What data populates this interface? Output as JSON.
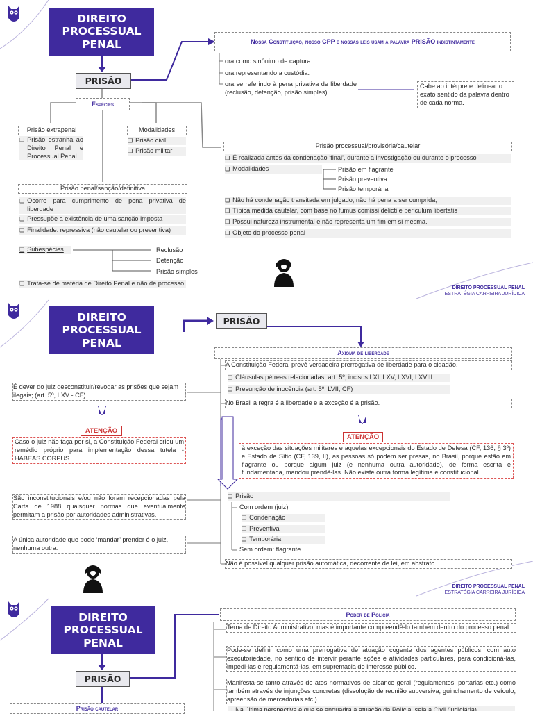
{
  "page1": {
    "title": "DIREITO\nPROCESSUAL\nPENAL",
    "prisao": "PRISÃO",
    "especies": "Espécies",
    "header_note": "Nossa Constituição, nosso CPP e nossas leis usam a palavra PRISÃO indistintamente",
    "uses": [
      "ora como sinônimo de captura.",
      "ora representando a custódia.",
      "ora se referindo à pena privativa de liberdade (reclusão, detenção, prisão simples)."
    ],
    "interprete": "Cabe ao intérprete delinear o exato sentido da palavra dentro de cada norma.",
    "extrapenal_title": "Prisão extrapenal",
    "extrapenal_item": "Prisão estranha ao Direito Penal e Processual Penal",
    "modalidades_title": "Modalidades",
    "modalidades_items": [
      "Prisão civil",
      "Prisão militar"
    ],
    "processual_title": "Prisão processual/provisória/cautelar",
    "processual_items": [
      "É realizada antes da condenação ‘final’, durante a investigação ou durante o processo",
      "Modalidades"
    ],
    "processual_modalidades": [
      "Prisão em flagrante",
      "Prisão preventiva",
      "Prisão temporária"
    ],
    "processual_items2": [
      "Não há condenação transitada em julgado; não há pena a ser cumprida;",
      "Típica medida cautelar, com base no fumus comissi delicti e periculum libertatis",
      "Possui natureza instrumental e não representa um fim em si mesma.",
      "Objeto do processo penal"
    ],
    "penal_title": "Prisão penal/sanção/definitiva",
    "penal_items": [
      "Ocorre para cumprimento de pena privativa de liberdade",
      "Pressupõe a existência de uma sanção imposta",
      "Finalidade: repressiva (não cautelar ou preventiva)",
      "Subespécies"
    ],
    "subespecies": [
      "Reclusão",
      "Detenção",
      "Prisão simples"
    ],
    "penal_last": "Trata-se de matéria de Direito Penal e não de processo",
    "watermark1": "DIREITO PROCESSUAL PENAL",
    "watermark2": "ESTRATÉGIA CARREIRA JURÍDICA"
  },
  "page2": {
    "title": "DIREITO\nPROCESSUAL\nPENAL",
    "prisao": "PRISÃO",
    "axioma": "Axioma de liberdade",
    "cf_text": "A Constituição Federal prevê verdadeira prerrogativa de liberdade para o cidadão.",
    "cf_items": [
      "Cláusulas pétreas relacionadas: art. 5º, incisos LXI, LXV, LXVI, LXVIII",
      "Presunção de inocência (art. 5º, LVII, CF)"
    ],
    "brasil_regra": "No Brasil a regra é a liberdade e a exceção é a prisão.",
    "atencao": "ATENÇÃO",
    "excecao_text": "à exceção das situações militares e aquelas excepcionais do Estado de Defesa (CF, 136, § 3º) e Estado de Sítio (CF, 139, II), as pessoas só podem ser presas, no Brasil, porque estão em flagrante ou porque algum juiz (e nenhuma outra autoridade), de forma escrita e fundamentada, mandou prendê-las. Não existe outra forma legítima e constitucional.",
    "prisao_item": "Prisão",
    "com_ordem": "Com ordem (juiz)",
    "com_ordem_items": [
      "Condenação",
      "Preventiva",
      "Temporária"
    ],
    "sem_ordem": "Sem ordem: flagrante",
    "automatica": "Não é possível qualquer prisão automática, decorrente de lei, em abstrato.",
    "dever_juiz": "É dever do juiz desconstituir/revogar as prisões que sejam ilegais; (art. 5º, LXV - CF).",
    "habeas": "Caso o juiz não faça por si, a Constituição Federal criou um remédio próprio para implementação dessa tutela - HABEAS CORPUS.",
    "inconstitucionais": "São inconstitucionais e/ou não foram recepcionadas pela Carta de 1988 quaisquer normas que eventualmente permitam a prisão por autoridades administrativas.",
    "unica": "A única autoridade que pode ‘mandar’ prender é o juiz, nenhuma outra.",
    "watermark1": "DIREITO PROCESSUAL PENAL",
    "watermark2": "ESTRATÉGIA CARREIRA JURÍDICA"
  },
  "page3": {
    "title": "DIREITO\nPROCESSUAL\nPENAL",
    "prisao": "PRISÃO",
    "poder_policia": "Poder de Polícia",
    "pp1": "Tema de Direito Administrativo, mas é importante compreendê-lo também dentro do processo penal.",
    "pp2": "Pode-se definir como uma prerrogativa de atuação cogente dos agentes públicos, com auto executoriedade, no sentido de intervir perante ações e atividades particulares, para condicioná-las, impedi-las e regulamentá-las, em supremacia do interesse público.",
    "pp3": "Manifesta-se tanto através de atos normativos de alcance geral (regulamentos, portarias etc.) como também através de injunções concretas (dissolução de reunião subversiva, guinchamento de veículo, apreensão de mercadorias etc.).",
    "pp4": "Na última perspectiva é que se enquadra a atuação da Polícia, seja a Civil (judiciária)",
    "prisao_cautelar": "Prisão cautelar"
  },
  "colors": {
    "purple": "#3f2a9e",
    "red": "#cc3333",
    "gray": "#f0f0f0"
  }
}
